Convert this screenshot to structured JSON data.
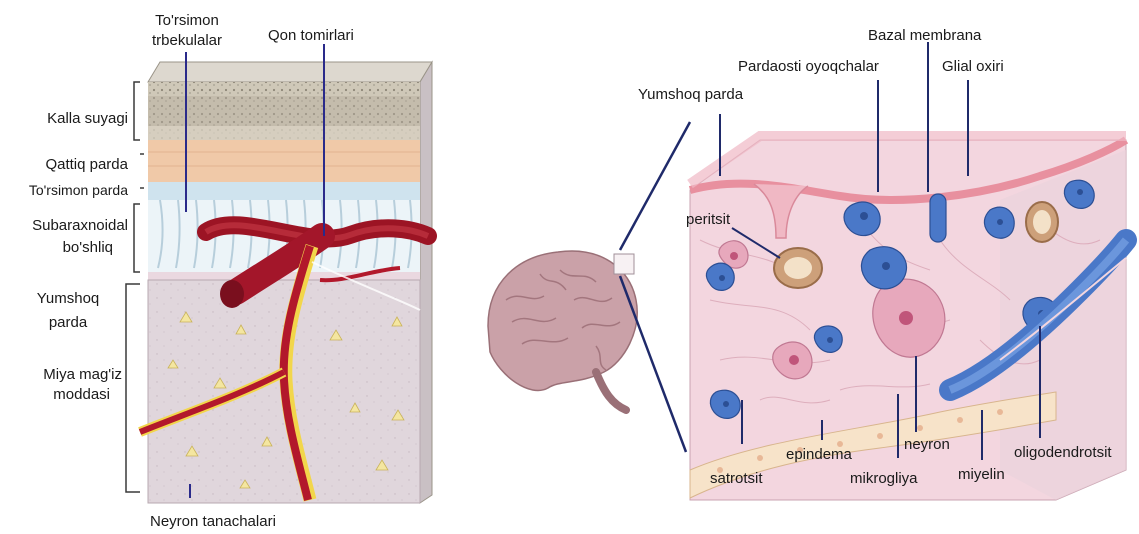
{
  "left_panel": {
    "labels": {
      "torsimon_trabekulalar_1": "To'rsimon",
      "torsimon_trabekulalar_2": "trbekulalar",
      "qon_tomirlari": "Qon tomirlari",
      "kalla_suyagi": "Kalla suyagi",
      "qattiq_parda": "Qattiq parda",
      "torsimon_parda": "To'rsimon parda",
      "subaraxnoidal_1": "Subaraxnoidal",
      "subaraxnoidal_2": "bo'shliq",
      "yumshoq_parda_1": "Yumshoq",
      "yumshoq_parda_2": "parda",
      "miya_1": "Miya mag'iz",
      "miya_2": "moddasi",
      "neyron_tanachalari": "Neyron tanachalari"
    },
    "colors": {
      "bone": "#c9c2b2",
      "dura": "#f0c9a8",
      "arachnoid": "#cfe3ee",
      "brain": "#ddd2d8",
      "vessel": "#b2182b",
      "nerve": "#f2d64b"
    }
  },
  "right_panel": {
    "labels": {
      "bazal_membrana": "Bazal membrana",
      "pardaosti_oyoqchalar": "Pardaosti oyoqchalar",
      "glial_oxiri": "Glial oxiri",
      "yumshoq_parda": "Yumshoq parda",
      "peritsit": "peritsit",
      "epindema": "epindema",
      "neyron": "neyron",
      "oligodendrotsit": "oligodendrotsit",
      "satrotsit": "satrotsit",
      "mikrogliya": "mikrogliya",
      "miyelin": "miyelin"
    },
    "colors": {
      "tissue": "#f3d6df",
      "glia_blue": "#4a78c8",
      "neuron_pink": "#e7a8bc",
      "pia": "#e8909f",
      "brain": "#c9a0a6"
    }
  }
}
